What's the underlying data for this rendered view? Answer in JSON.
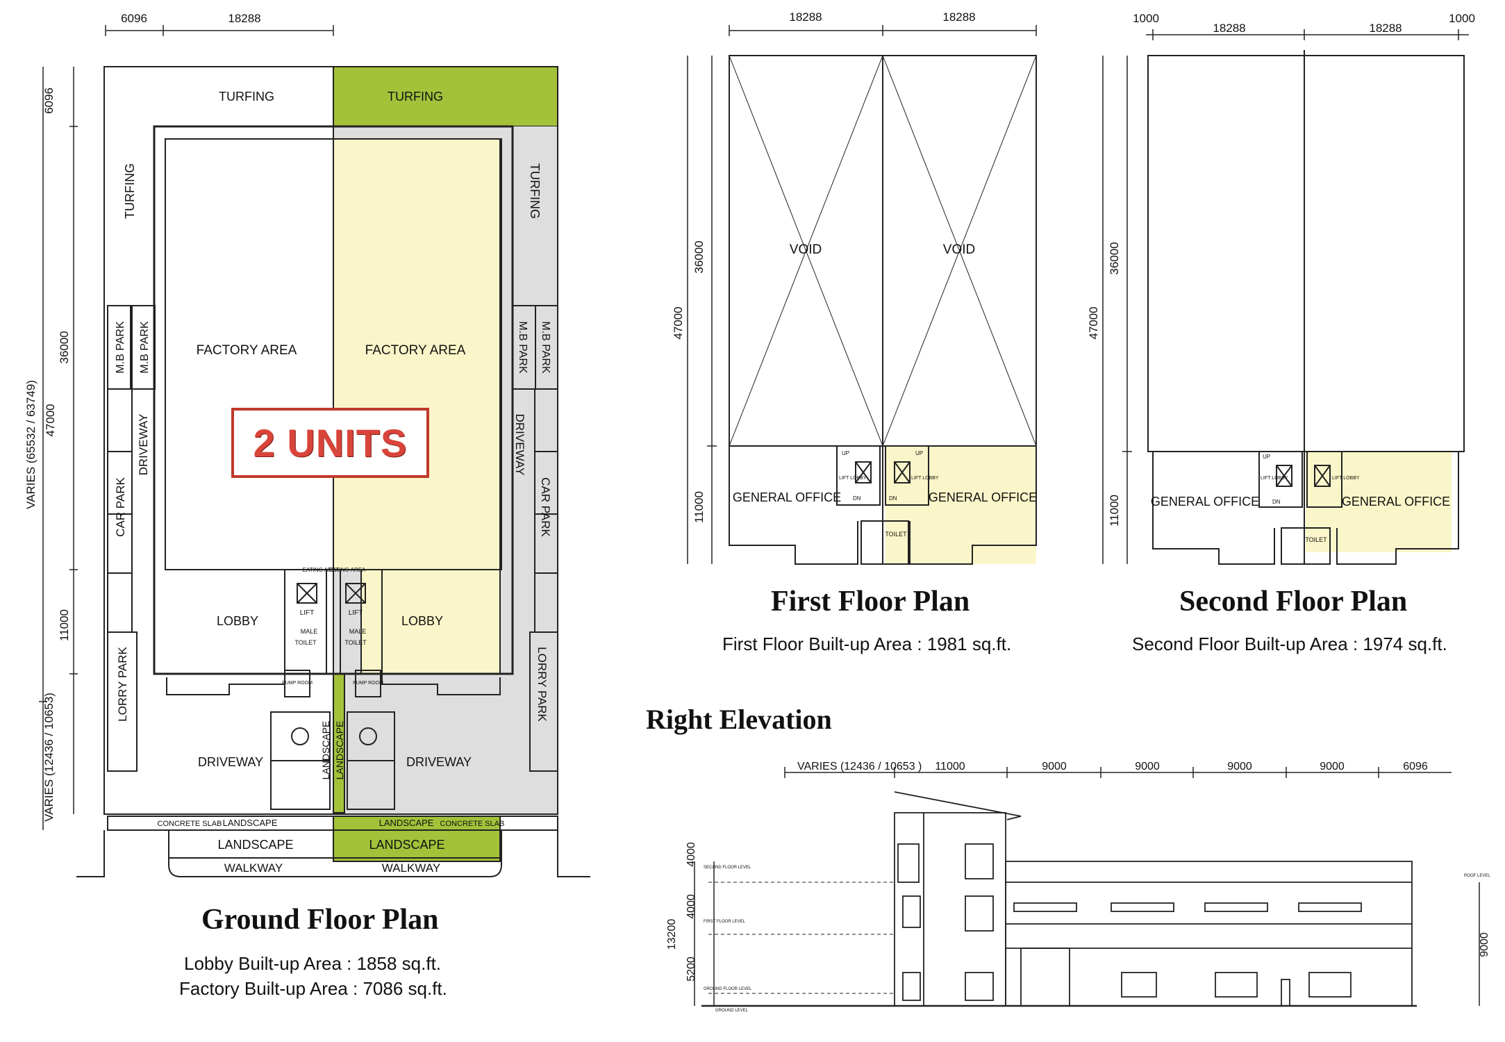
{
  "colors": {
    "turf_green": "#a3c23a",
    "unit_yellow": "#fbf6c9",
    "paved_grey": "#dedede",
    "badge_red": "#c0392b",
    "line": "#222222"
  },
  "ground_floor": {
    "title": "Ground Floor Plan",
    "area_line_1": "Lobby Built-up Area : 1858 sq.ft.",
    "area_line_2": "Factory Built-up Area : 7086 sq.ft.",
    "dims": {
      "top_left": "6096",
      "top_right": "18288",
      "left_top": "6096",
      "left_mid": "36000",
      "left_total": "47000",
      "left_low": "11000",
      "left_overall": "VARIES (65532 / 63749)",
      "left_bottom": "VARIES (12436 / 10653)"
    },
    "labels": {
      "turfing_top_left": "TURFING",
      "turfing_top_right": "TURFING",
      "turfing_left": "TURFING",
      "turfing_right": "TURFING",
      "factory_left": "FACTORY AREA",
      "factory_right": "FACTORY AREA",
      "mb_park_1": "M.B PARK",
      "mb_park_2": "M.B PARK",
      "mb_park_3": "M.B PARK",
      "mb_park_4": "M.B PARK",
      "driveway_left": "DRIVEWAY",
      "driveway_right": "DRIVEWAY",
      "car_park_left": "CAR PARK",
      "car_park_right": "CAR PARK",
      "lorry_park_left": "LORRY PARK",
      "lorry_park_right": "LORRY PARK",
      "lobby_left": "LOBBY",
      "lobby_right": "LOBBY",
      "eating_area_left": "EATING AREA",
      "eating_area_right": "EATING AREA",
      "lift_left": "LIFT",
      "lift_right": "LIFT",
      "male_left": "MALE",
      "male_right": "MALE",
      "toilet_left": "TOILET",
      "toilet_right": "TOILET",
      "pump_room_left": "PUMP ROOM",
      "pump_room_right": "PUMP ROOM",
      "driveway_bottom_left": "DRIVEWAY",
      "driveway_bottom_right": "DRIVEWAY",
      "landscape_v1": "LANDSCAPE",
      "landscape_v2": "LANDSCAPE",
      "concrete_slab_left": "CONCRETE SLAB",
      "concrete_slab_right": "CONCRETE SLAB",
      "landscape_small_left": "LANDSCAPE",
      "landscape_small_right": "LANDSCAPE",
      "landscape_left": "LANDSCAPE",
      "landscape_right": "LANDSCAPE",
      "walkway_left": "WALKWAY",
      "walkway_right": "WALKWAY"
    },
    "badge": "2 UNITS"
  },
  "first_floor": {
    "title": "First Floor Plan",
    "area": "First Floor Built-up Area : 1981 sq.ft.",
    "dims": {
      "top_left": "18288",
      "top_right": "18288",
      "side_36000": "36000",
      "side_47000": "47000",
      "side_11000": "11000"
    },
    "labels": {
      "void_left": "VOID",
      "void_right": "VOID",
      "office_left": "GENERAL OFFICE",
      "office_right": "GENERAL OFFICE",
      "lift_lobby_l": "LIFT LOBBY",
      "lift_lobby_r": "LIFT LOBBY",
      "up_l": "UP",
      "up_r": "UP",
      "dn_l": "DN",
      "dn_r": "DN",
      "toilet": "TOILET"
    }
  },
  "second_floor": {
    "title": "Second Floor Plan",
    "area": "Second Floor Built-up Area : 1974 sq.ft.",
    "dims": {
      "left_edge": "1000",
      "top_left": "18288",
      "top_right": "18288",
      "right_edge": "1000",
      "side_36000": "36000",
      "side_47000": "47000",
      "side_11000": "11000"
    },
    "labels": {
      "office_left": "GENERAL OFFICE",
      "office_right": "GENERAL OFFICE",
      "lift_lobby_l": "LIFT LOBBY",
      "lift_lobby_r": "LIFT LOBBY",
      "up_l": "UP",
      "dn_l": "DN",
      "toilet": "TOILET"
    }
  },
  "right_elevation": {
    "title": "Right Elevation",
    "dims": {
      "varies": "VARIES (12436 / 10653 )",
      "d1": "11000",
      "d2": "9000",
      "d3": "9000",
      "d4": "9000",
      "d5": "9000",
      "d6": "6096",
      "h_total": "13200",
      "h_top": "4000",
      "h_mid": "4000",
      "h_low": "5200",
      "h_right": "9000"
    },
    "levels": {
      "second": "SECOND FLOOR LEVEL",
      "first": "FIRST FLOOR LEVEL",
      "ground_floor": "GROUND FLOOR LEVEL",
      "ground": "GROUND LEVEL",
      "roof": "ROOF LEVEL"
    }
  }
}
